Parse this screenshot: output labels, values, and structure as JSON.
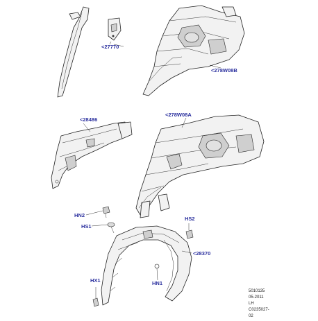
{
  "callouts": {
    "c27770": "<27770",
    "c278W08B": "<278W08B",
    "c28486": "<28486",
    "c278W08A": "<278W08A",
    "c28370": "<28370",
    "hn2": "HN2",
    "hs1": "HS1",
    "hs2": "HS2",
    "hx1": "HX1",
    "hn1": "HN1"
  },
  "footer": {
    "ref": "5010135",
    "date": "05-2011",
    "side": "LH",
    "code": "C0235027-02"
  },
  "colors": {
    "callout": "#2a2f9e",
    "line": "#222222"
  }
}
